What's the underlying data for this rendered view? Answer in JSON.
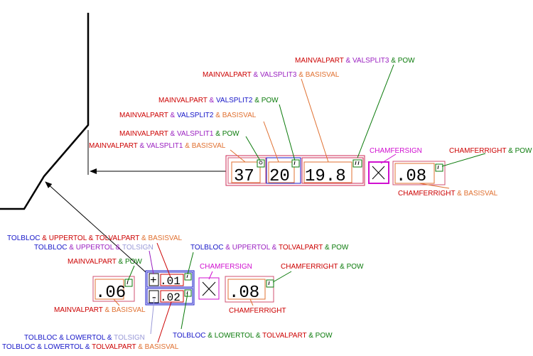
{
  "colors": {
    "red": "#cc0000",
    "orange": "#e07030",
    "purple": "#9a1fc0",
    "blue": "#1515c8",
    "green": "#0a7a0a",
    "magenta": "#d010d0",
    "pink": "#d05070",
    "black": "#000000"
  },
  "top_dimension": {
    "angle1": "37",
    "angle2": "20",
    "angle3": "19.8",
    "times_symbol": "×",
    "chamfer_value": ".08",
    "annotations": {
      "valsplit3_pow": {
        "t1": "MAINVALPART",
        "t2": " & ",
        "t3": "VALSPLIT3",
        "t4": " & POW"
      },
      "valsplit3_basis": {
        "t1": "MAINVALPART",
        "t2": " & ",
        "t3": "VALSPLIT3",
        "t4": " & BASISVAL"
      },
      "valsplit2_pow": {
        "t1": "MAINVALPART",
        "t2": " & ",
        "t3": "VALSPLIT2",
        "t4": " & POW"
      },
      "valsplit2_basis": {
        "t1": "MAINVALPART",
        "t2": " & ",
        "t3": "VALSPLIT2",
        "t4": " & BASISVAL"
      },
      "valsplit1_pow": {
        "t1": "MAINVALPART",
        "t2": " & ",
        "t3": "VALSPLIT1",
        "t4": " & POW"
      },
      "valsplit1_basis": {
        "t1": "MAINVALPART",
        "t2": " & ",
        "t3": "VALSPLIT1",
        "t4": " & BASISVAL"
      },
      "chamfersign": "CHAMFERSIGN",
      "chamferright_pow": {
        "t1": "CHAMFERRIGHT",
        "t2": " & POW"
      },
      "chamferright_basis": {
        "t1": "CHAMFERRIGHT",
        "t2": " & BASISVAL"
      }
    }
  },
  "bottom_dimension": {
    "main_value": ".06",
    "upper_sign": "+",
    "upper_value": ".01",
    "lower_sign": "-",
    "lower_value": ".02",
    "times_symbol": "×",
    "chamfer_value": ".08",
    "annotations": {
      "upper_basis": {
        "t1": "TOLBLOC",
        "t2": " & UPPERTOL & ",
        "t3": "TOLVALPART",
        "t4": " & BASISVAL"
      },
      "upper_sign": {
        "t1": "TOLBLOC",
        "t2": " & UPPERTOL & ",
        "t3": "TOLSIGN"
      },
      "upper_pow": {
        "t1": "TOLBLOC",
        "t2": " & UPPERTOL & ",
        "t3": "TOLVALPART",
        "t4": " & POW"
      },
      "main_pow": {
        "t1": "MAINVALPART",
        "t2": " & POW"
      },
      "main_basis": {
        "t1": "MAINVALPART",
        "t2": " & BASISVAL"
      },
      "chamfersign": "CHAMFERSIGN",
      "chamferright_pow": {
        "t1": "CHAMFERRIGHT",
        "t2": " & POW"
      },
      "chamferright": "CHAMFERRIGHT",
      "lower_pow": {
        "t1": "TOLBLOC",
        "t2": " & LOWERTOL & ",
        "t3": "TOLVALPART",
        "t4": " & POW"
      },
      "lower_sign": {
        "t1": "TOLBLOC",
        "t2": " & LOWERTOL & ",
        "t3": "TOLSIGN"
      },
      "lower_basis": {
        "t1": "TOLBLOC",
        "t2": " & LOWERTOL & ",
        "t3": "TOLVALPART",
        "t4": " & BASISVAL"
      }
    }
  }
}
